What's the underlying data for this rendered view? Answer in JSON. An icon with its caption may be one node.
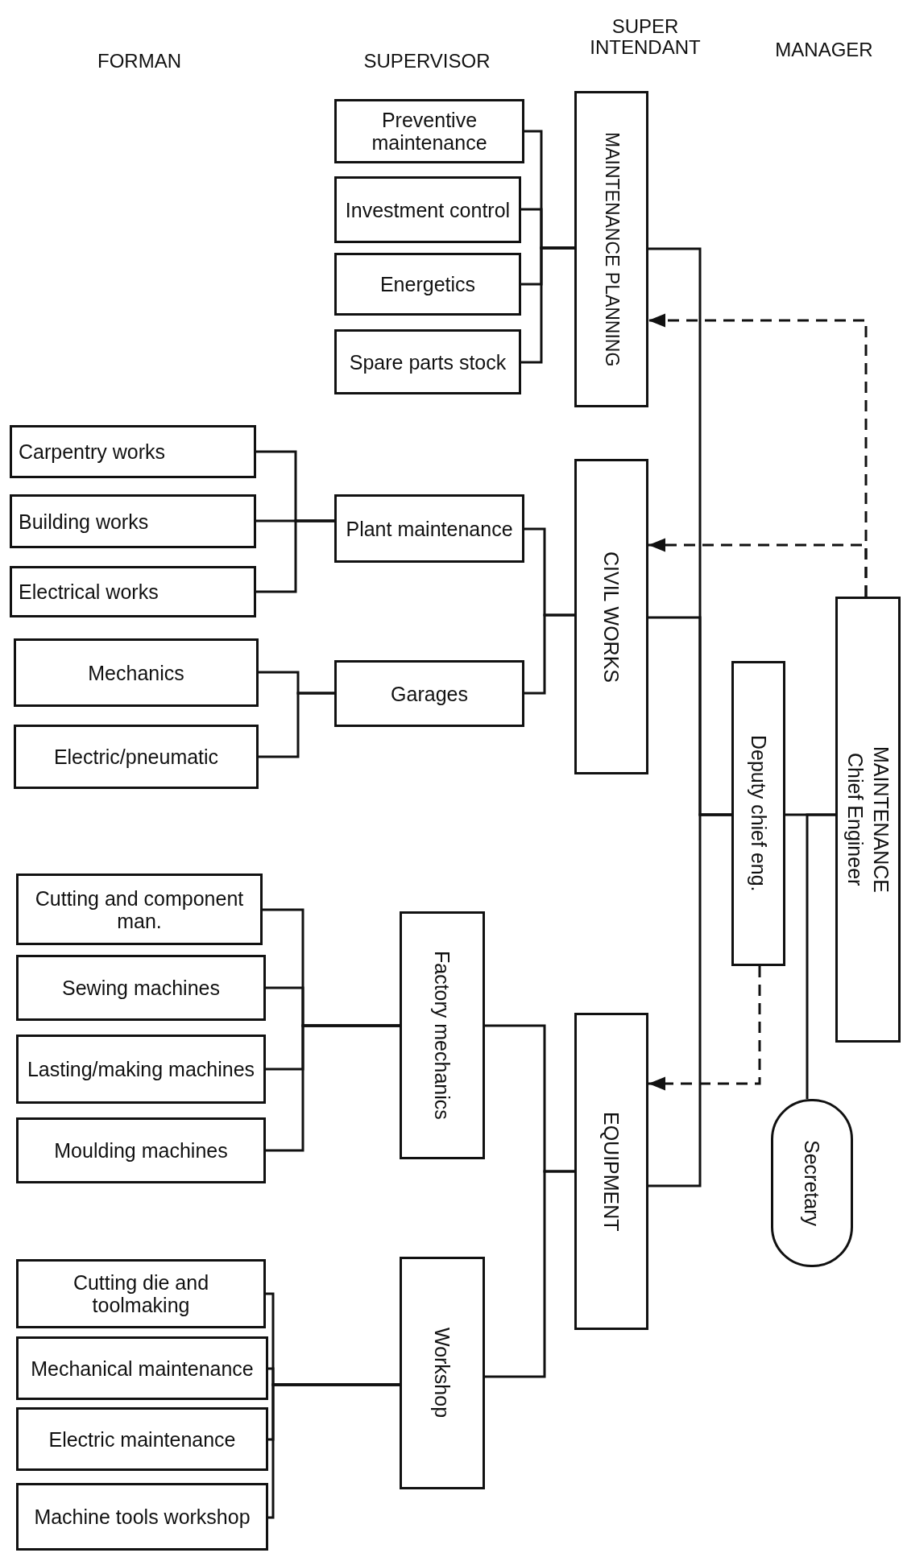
{
  "diagram": {
    "nodes": [
      {
        "text": [
          "Preventive maintenance"
        ]
      },
      {
        "text": [
          "Investment control"
        ]
      },
      {
        "text": [
          "Energetics"
        ]
      },
      {
        "text": [
          "Spare parts stock"
        ]
      },
      {
        "text": [
          "MAINTENANCE PLANNING"
        ]
      },
      {
        "text": [
          "Carpentry works"
        ]
      },
      {
        "text": [
          "Building works"
        ]
      },
      {
        "text": [
          "Electrical works"
        ]
      },
      {
        "text": [
          "Plant maintenance"
        ]
      },
      {
        "text": [
          "Mechanics"
        ]
      },
      {
        "text": [
          "Electric/pneumatic"
        ]
      },
      {
        "text": [
          "Garages"
        ]
      },
      {
        "text": [
          "CIVIL WORKS"
        ]
      },
      {
        "text": [
          "Cutting and component man."
        ]
      },
      {
        "text": [
          "Sewing machines"
        ]
      },
      {
        "text": [
          "Lasting/making machines"
        ]
      },
      {
        "text": [
          "Moulding machines"
        ]
      },
      {
        "text": [
          "Factory mechanics"
        ]
      },
      {
        "text": [
          "EQUIPMENT"
        ]
      },
      {
        "text": [
          "Cutting die and toolmaking"
        ]
      },
      {
        "text": [
          "Mechanical maintenance"
        ]
      },
      {
        "text": [
          "Electric maintenance"
        ]
      },
      {
        "text": [
          "Machine tools workshop"
        ]
      },
      {
        "text": [
          "Workshop"
        ]
      },
      {
        "text": [
          "Deputy chief eng."
        ]
      },
      {
        "text": [
          "MAINTENANCE",
          "Chief Engineer"
        ]
      },
      {
        "text": [
          "Secretary"
        ]
      }
    ],
    "edges": [
      {
        "from": 4,
        "to": 0,
        "arrow": "none"
      },
      {
        "from": 4,
        "to": 1,
        "arrow": "none"
      },
      {
        "from": 4,
        "to": 2,
        "arrow": "none"
      },
      {
        "from": 4,
        "to": 3,
        "arrow": "none"
      },
      {
        "from": 8,
        "to": 5,
        "arrow": "none"
      },
      {
        "from": 8,
        "to": 6,
        "arrow": "none"
      },
      {
        "from": 8,
        "to": 7,
        "arrow": "none"
      },
      {
        "from": 11,
        "to": 9,
        "arrow": "none"
      },
      {
        "from": 11,
        "to": 10,
        "arrow": "none"
      },
      {
        "from": 12,
        "to": 8,
        "arrow": "none"
      },
      {
        "from": 12,
        "to": 11,
        "arrow": "none"
      },
      {
        "from": 17,
        "to": 13,
        "arrow": "none"
      },
      {
        "from": 17,
        "to": 14,
        "arrow": "none"
      },
      {
        "from": 17,
        "to": 15,
        "arrow": "none"
      },
      {
        "from": 17,
        "to": 16,
        "arrow": "none"
      },
      {
        "from": 23,
        "to": 19,
        "arrow": "none"
      },
      {
        "from": 23,
        "to": 20,
        "arrow": "none"
      },
      {
        "from": 23,
        "to": 21,
        "arrow": "none"
      },
      {
        "from": 23,
        "to": 22,
        "arrow": "none"
      },
      {
        "from": 18,
        "to": 17,
        "arrow": "none"
      },
      {
        "from": 18,
        "to": 23,
        "arrow": "none"
      },
      {
        "from": 24,
        "to": 4,
        "arrow": "none"
      },
      {
        "from": 24,
        "to": 12,
        "arrow": "none"
      },
      {
        "from": 24,
        "to": 18,
        "arrow": "none"
      },
      {
        "from": 25,
        "to": 24,
        "arrow": "none"
      },
      {
        "from": 25,
        "to": 26,
        "arrow": "none"
      },
      {
        "from": 25,
        "to": 4,
        "arrow": "to",
        "style": "dashed"
      },
      {
        "from": 25,
        "to": 12,
        "arrow": "to",
        "style": "dashed"
      },
      {
        "from": 24,
        "to": 18,
        "arrow": "to",
        "style": "dashed"
      }
    ],
    "labels": [
      "FORMAN",
      "SUPERVISOR",
      "SUPER INTENDANT",
      "MANAGER"
    ]
  }
}
